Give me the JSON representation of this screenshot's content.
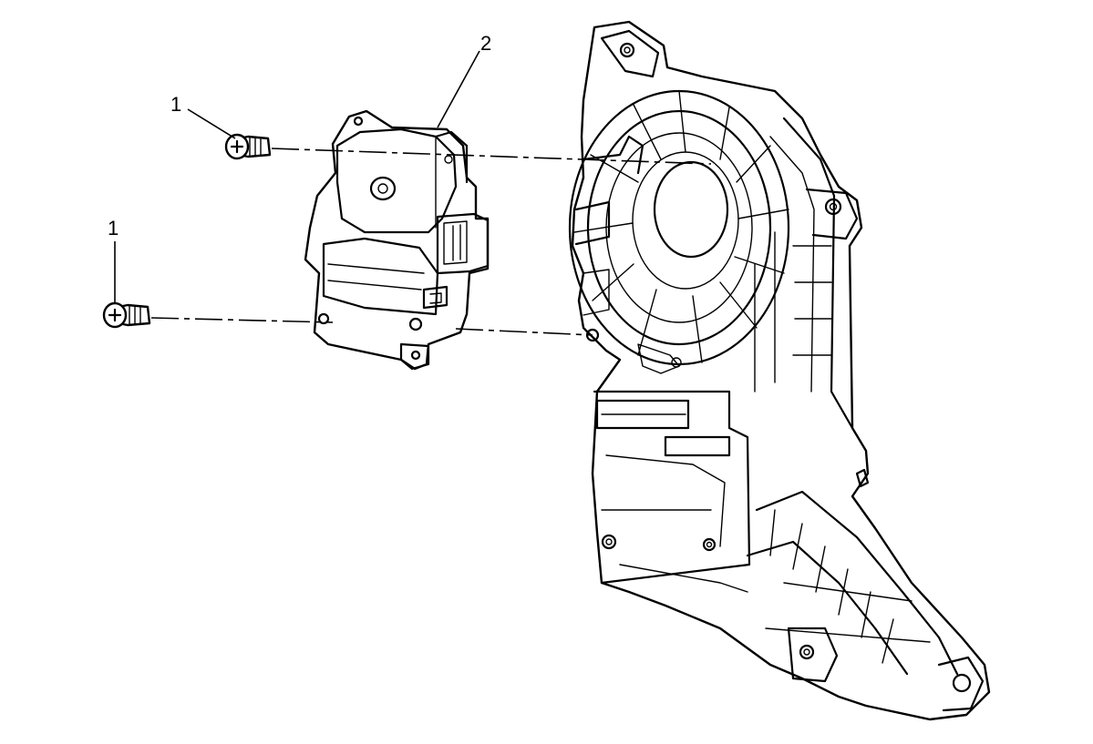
{
  "callouts": [
    {
      "id": "screw-upper",
      "label": "1"
    },
    {
      "id": "screw-lower",
      "label": "1"
    },
    {
      "id": "actuator",
      "label": "2"
    }
  ],
  "colors": {
    "ink": "#000000",
    "background": "#ffffff"
  }
}
